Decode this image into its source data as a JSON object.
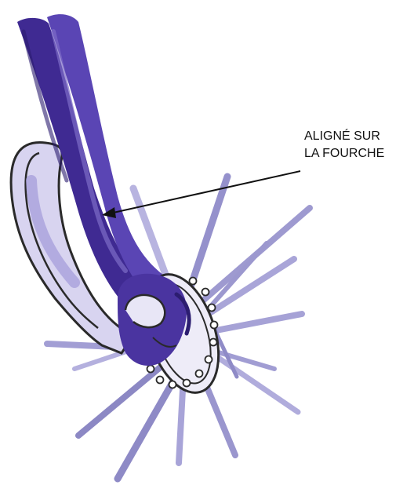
{
  "callout": {
    "line1": "ALIGNÉ SUR",
    "line2": "LA FOURCHE"
  },
  "colors": {
    "fork_dark": "#3f2a92",
    "fork_mid": "#5a45b4",
    "fork_light": "#a9a0dc",
    "spoke": "#8c88c4",
    "spoke_light": "#b8b4e0",
    "outline": "#2a2a2a",
    "background": "#ffffff"
  },
  "icons": {
    "fork": "bicycle-fork-blade",
    "hub": "wheel-hub-with-spokes",
    "brake": "brake-caliper-loop"
  }
}
